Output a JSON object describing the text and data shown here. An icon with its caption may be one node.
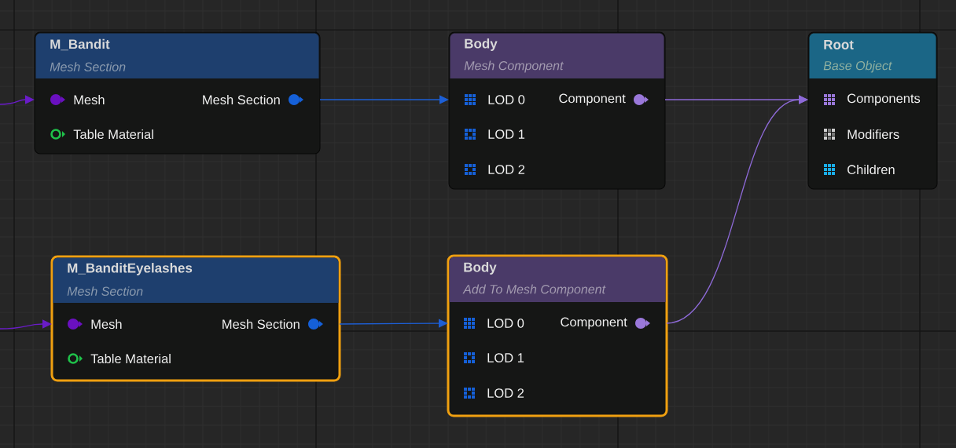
{
  "diagram": {
    "nodes": [
      {
        "text": [
          "M_Bandit",
          "Mesh Section",
          "Mesh",
          "Mesh Section",
          "Table Material"
        ]
      },
      {
        "text": [
          "Body",
          "Mesh Component",
          "LOD 0",
          "Component",
          "LOD 1",
          "LOD 2"
        ]
      },
      {
        "text": [
          "Root",
          "Base Object",
          "Components",
          "Modifiers",
          "Children"
        ]
      },
      {
        "text": [
          "M_BanditEyelashes",
          "Mesh Section",
          "Mesh",
          "Mesh Section",
          "Table Material"
        ]
      },
      {
        "text": [
          "Body",
          "Add To Mesh Component",
          "LOD 0",
          "Component",
          "LOD 1",
          "LOD 2"
        ]
      }
    ],
    "edges": [
      {
        "from": null,
        "to": 0,
        "arrow": "to",
        "color": "#6a1cc8"
      },
      {
        "from": 0,
        "to": 1,
        "arrow": "to",
        "color": "#1d5fd6"
      },
      {
        "from": 1,
        "to": 2,
        "arrow": "to",
        "color": "#8e6ad8"
      },
      {
        "from": null,
        "to": 3,
        "arrow": "to",
        "color": "#6a1cc8"
      },
      {
        "from": 3,
        "to": 4,
        "arrow": "to",
        "color": "#1d5fd6"
      },
      {
        "from": 4,
        "to": 2,
        "arrow": "to",
        "color": "#8e6ad8"
      }
    ]
  }
}
